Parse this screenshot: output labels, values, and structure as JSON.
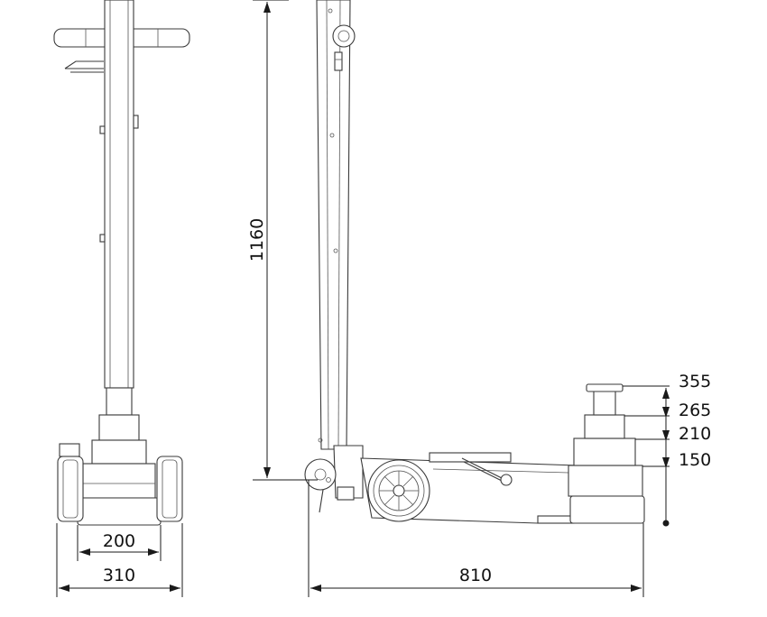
{
  "dimensions": {
    "overall_height": "1160",
    "base_length": "810",
    "front_width": "310",
    "wheel_track": "200",
    "lift_heights": [
      "355",
      "265",
      "210",
      "150"
    ]
  },
  "colors": {
    "outline": "#3a3a3a",
    "dimension": "#1a1a1a",
    "background": "#ffffff"
  }
}
